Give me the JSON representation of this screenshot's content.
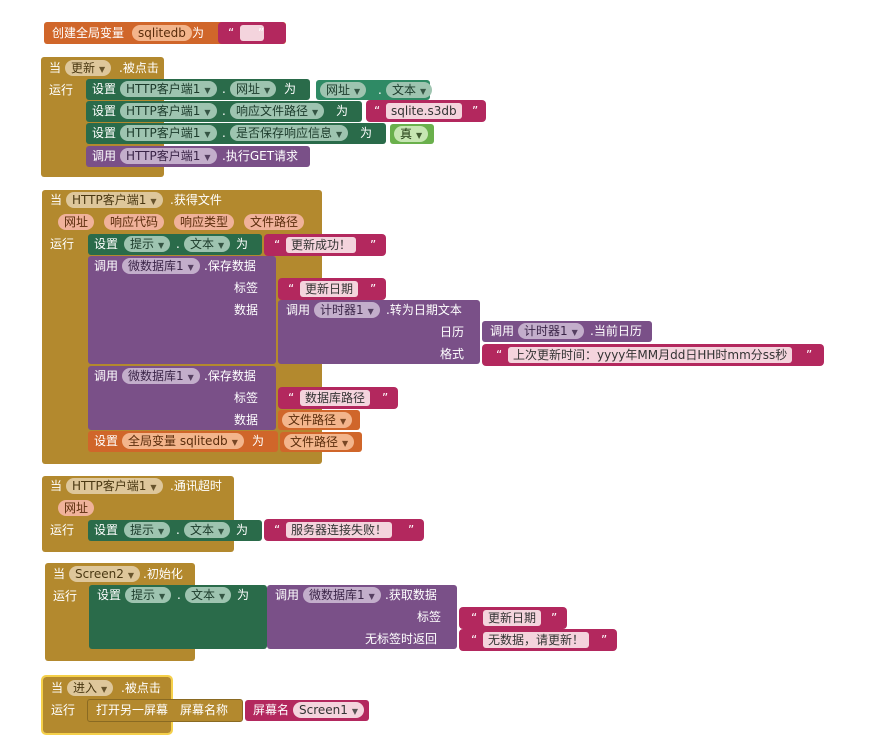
{
  "b1": {
    "create_global": "创建全局变量",
    "var_name": "sqlitedb",
    "as": "为",
    "empty_string": ""
  },
  "common": {
    "when": "当",
    "do": "运行",
    "set": "设置",
    "call": "调用",
    "to": "为",
    "dot": ".",
    "quote_open": "“",
    "quote_close": "”"
  },
  "b2": {
    "component": "更新",
    "event": ".被点击",
    "rows": [
      {
        "comp": "HTTP客户端1",
        "prop": "网址",
        "value_comp": "网址",
        "value_prop": "文本"
      },
      {
        "comp": "HTTP客户端1",
        "prop": "响应文件路径",
        "value_text": "sqlite.s3db"
      },
      {
        "comp": "HTTP客户端1",
        "prop": "是否保存响应信息",
        "value_bool": "真"
      }
    ],
    "call": {
      "comp": "HTTP客户端1",
      "method": ".执行GET请求"
    }
  },
  "b3": {
    "component": "HTTP客户端1",
    "event": ".获得文件",
    "params": [
      "网址",
      "响应代码",
      "响应类型",
      "文件路径"
    ],
    "set_label": {
      "comp": "提示",
      "prop": "文本",
      "value": "更新成功！"
    },
    "store1": {
      "comp": "微数据库1",
      "method": ".保存数据",
      "tag_label": "标签",
      "tag": "更新日期",
      "value_label": "数据",
      "timer_call": {
        "comp": "计时器1",
        "method": ".转为日期文本",
        "cal_label": "日历",
        "cal_comp": "计时器1",
        "cal_method": ".当前日历",
        "fmt_label": "格式",
        "fmt": "上次更新时间：yyyy年MM月dd日HH时mm分ss秒"
      }
    },
    "store2": {
      "comp": "微数据库1",
      "method": ".保存数据",
      "tag_label": "标签",
      "tag": "数据库路径",
      "value_label": "数据",
      "value_var": "文件路径"
    },
    "set_global": {
      "label": "全局变量 sqlitedb",
      "value_var": "文件路径"
    }
  },
  "b4": {
    "component": "HTTP客户端1",
    "event": ".通讯超时",
    "params": [
      "网址"
    ],
    "comp": "提示",
    "prop": "文本",
    "value": "服务器连接失败！"
  },
  "b5": {
    "component": "Screen2",
    "event": ".初始化",
    "comp": "提示",
    "prop": "文本",
    "call": {
      "comp": "微数据库1",
      "method": ".获取数据",
      "tag_label": "标签",
      "tag": "更新日期",
      "default_label": "无标签时返回",
      "default": "无数据，请更新！"
    }
  },
  "b6": {
    "component": "进入",
    "event": ".被点击",
    "open": "打开另一屏幕",
    "screen_label": "屏幕名称",
    "screen_name_label": "屏幕名",
    "screen": "Screen1"
  }
}
